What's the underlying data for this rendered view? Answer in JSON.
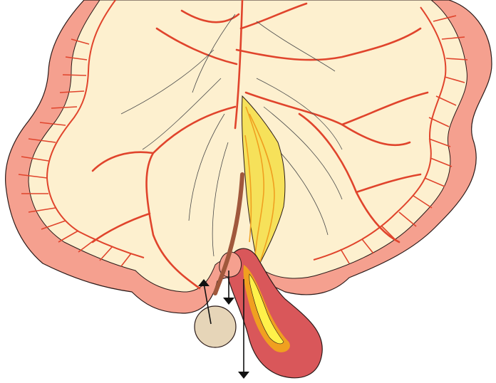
{
  "diagram": {
    "labels": [],
    "colors": {
      "outer_wall": "#F5A08F",
      "outer_stroke": "#2a1a18",
      "inner_fill": "#FDF0CF",
      "vessel": "#E0442C",
      "fold_line": "#4a4a4a",
      "yellow_strip": "#F6E15A",
      "yellow_line": "#F0A020",
      "pouch_outer": "#D9575A",
      "pouch_inner": "#F0A020",
      "pouch_core": "#FFF14A",
      "brown_rod": "#A0583C",
      "ball": "#E6D5B8",
      "arrow": "#111111"
    },
    "arrows": [
      {
        "name": "arrow-up",
        "direction": "up"
      },
      {
        "name": "arrow-down-short",
        "direction": "down"
      },
      {
        "name": "arrow-down-long",
        "direction": "down"
      }
    ]
  }
}
